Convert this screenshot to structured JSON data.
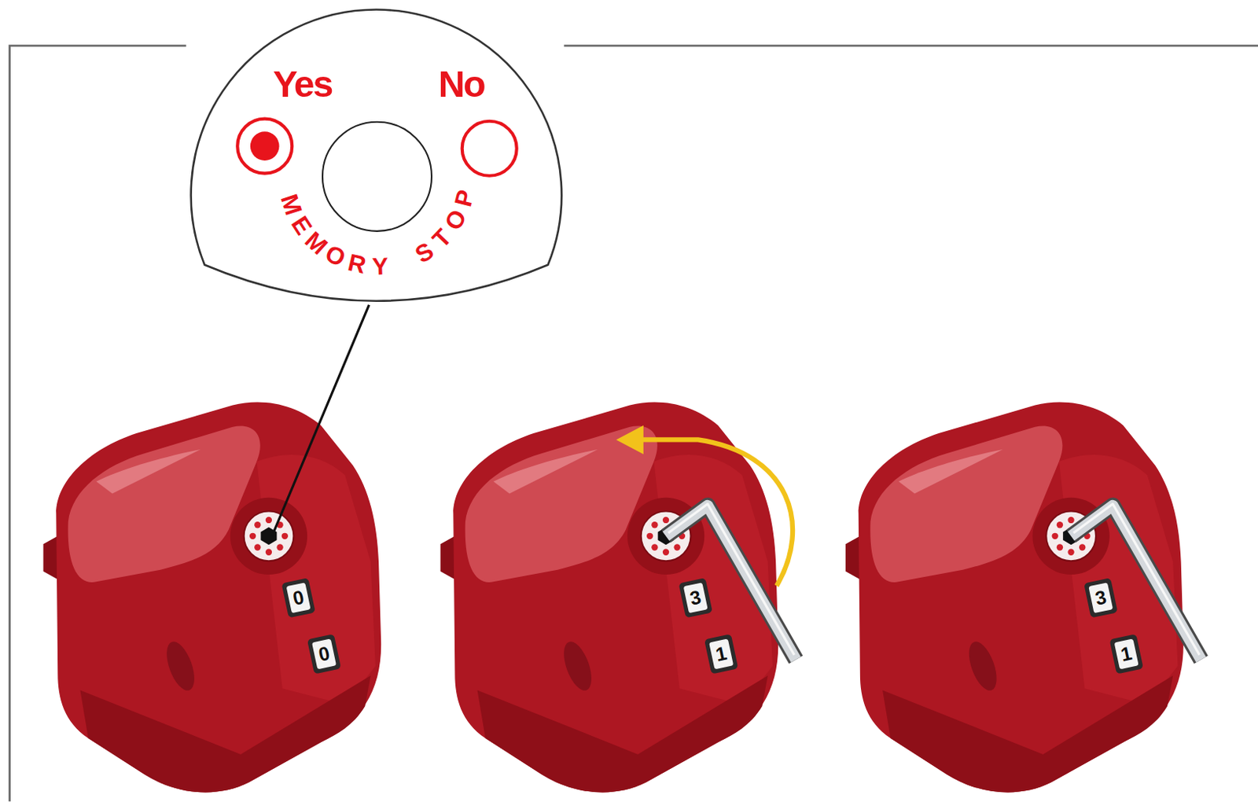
{
  "diagram": {
    "nodes": [
      {
        "text": [
          "Yes",
          "No",
          "MEMORY STOP"
        ]
      }
    ],
    "labels": [
      "0",
      "0",
      "3",
      "1",
      "3",
      "1"
    ]
  }
}
